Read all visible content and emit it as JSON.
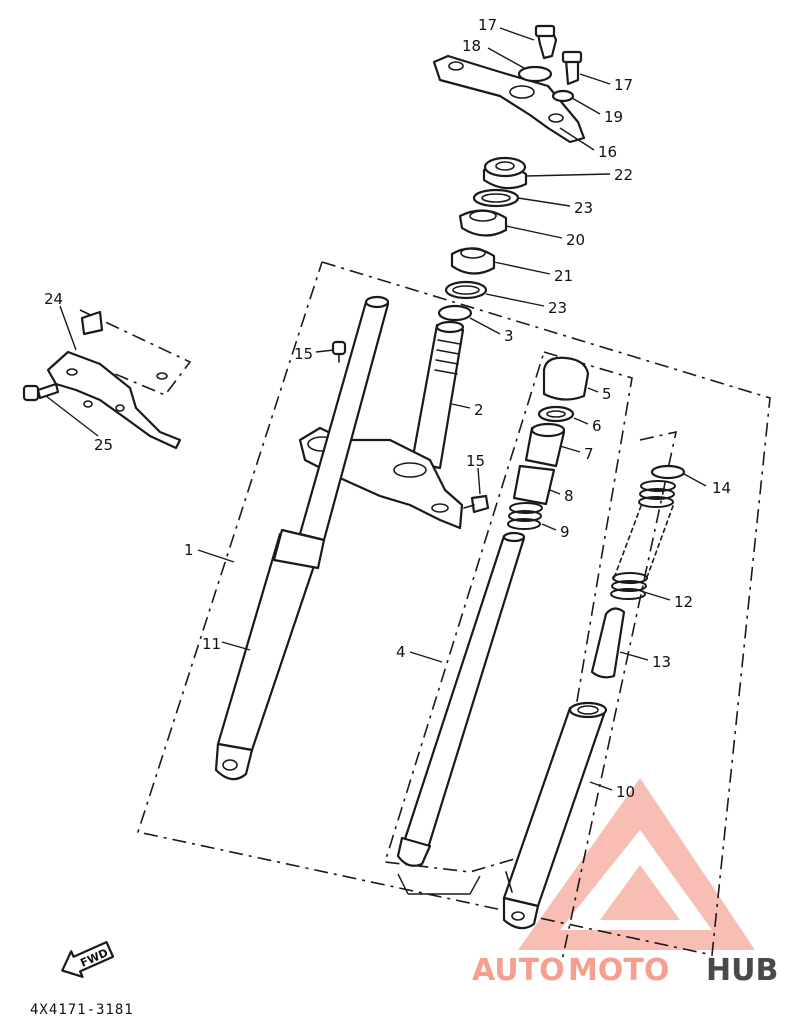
{
  "diagram": {
    "callouts": {
      "c1": "1",
      "c2": "2",
      "c3": "3",
      "c4": "4",
      "c5": "5",
      "c6": "6",
      "c7": "7",
      "c8": "8",
      "c9": "9",
      "c10": "10",
      "c11": "11",
      "c12": "12",
      "c13": "13",
      "c14": "14",
      "c15a": "15",
      "c15b": "15",
      "c16": "16",
      "c17a": "17",
      "c17b": "17",
      "c18": "18",
      "c19": "19",
      "c20": "20",
      "c21": "21",
      "c22": "22",
      "c23a": "23",
      "c23b": "23",
      "c24": "24",
      "c25": "25"
    },
    "fwd_label": "FWD",
    "drawing_code": "4X4171-3181"
  },
  "watermark": {
    "part1": "AUTO",
    "part2": "MOTO",
    "part3": "HUB",
    "color_accent": "#f5a08f",
    "color_dark": "#4a4a4a"
  }
}
